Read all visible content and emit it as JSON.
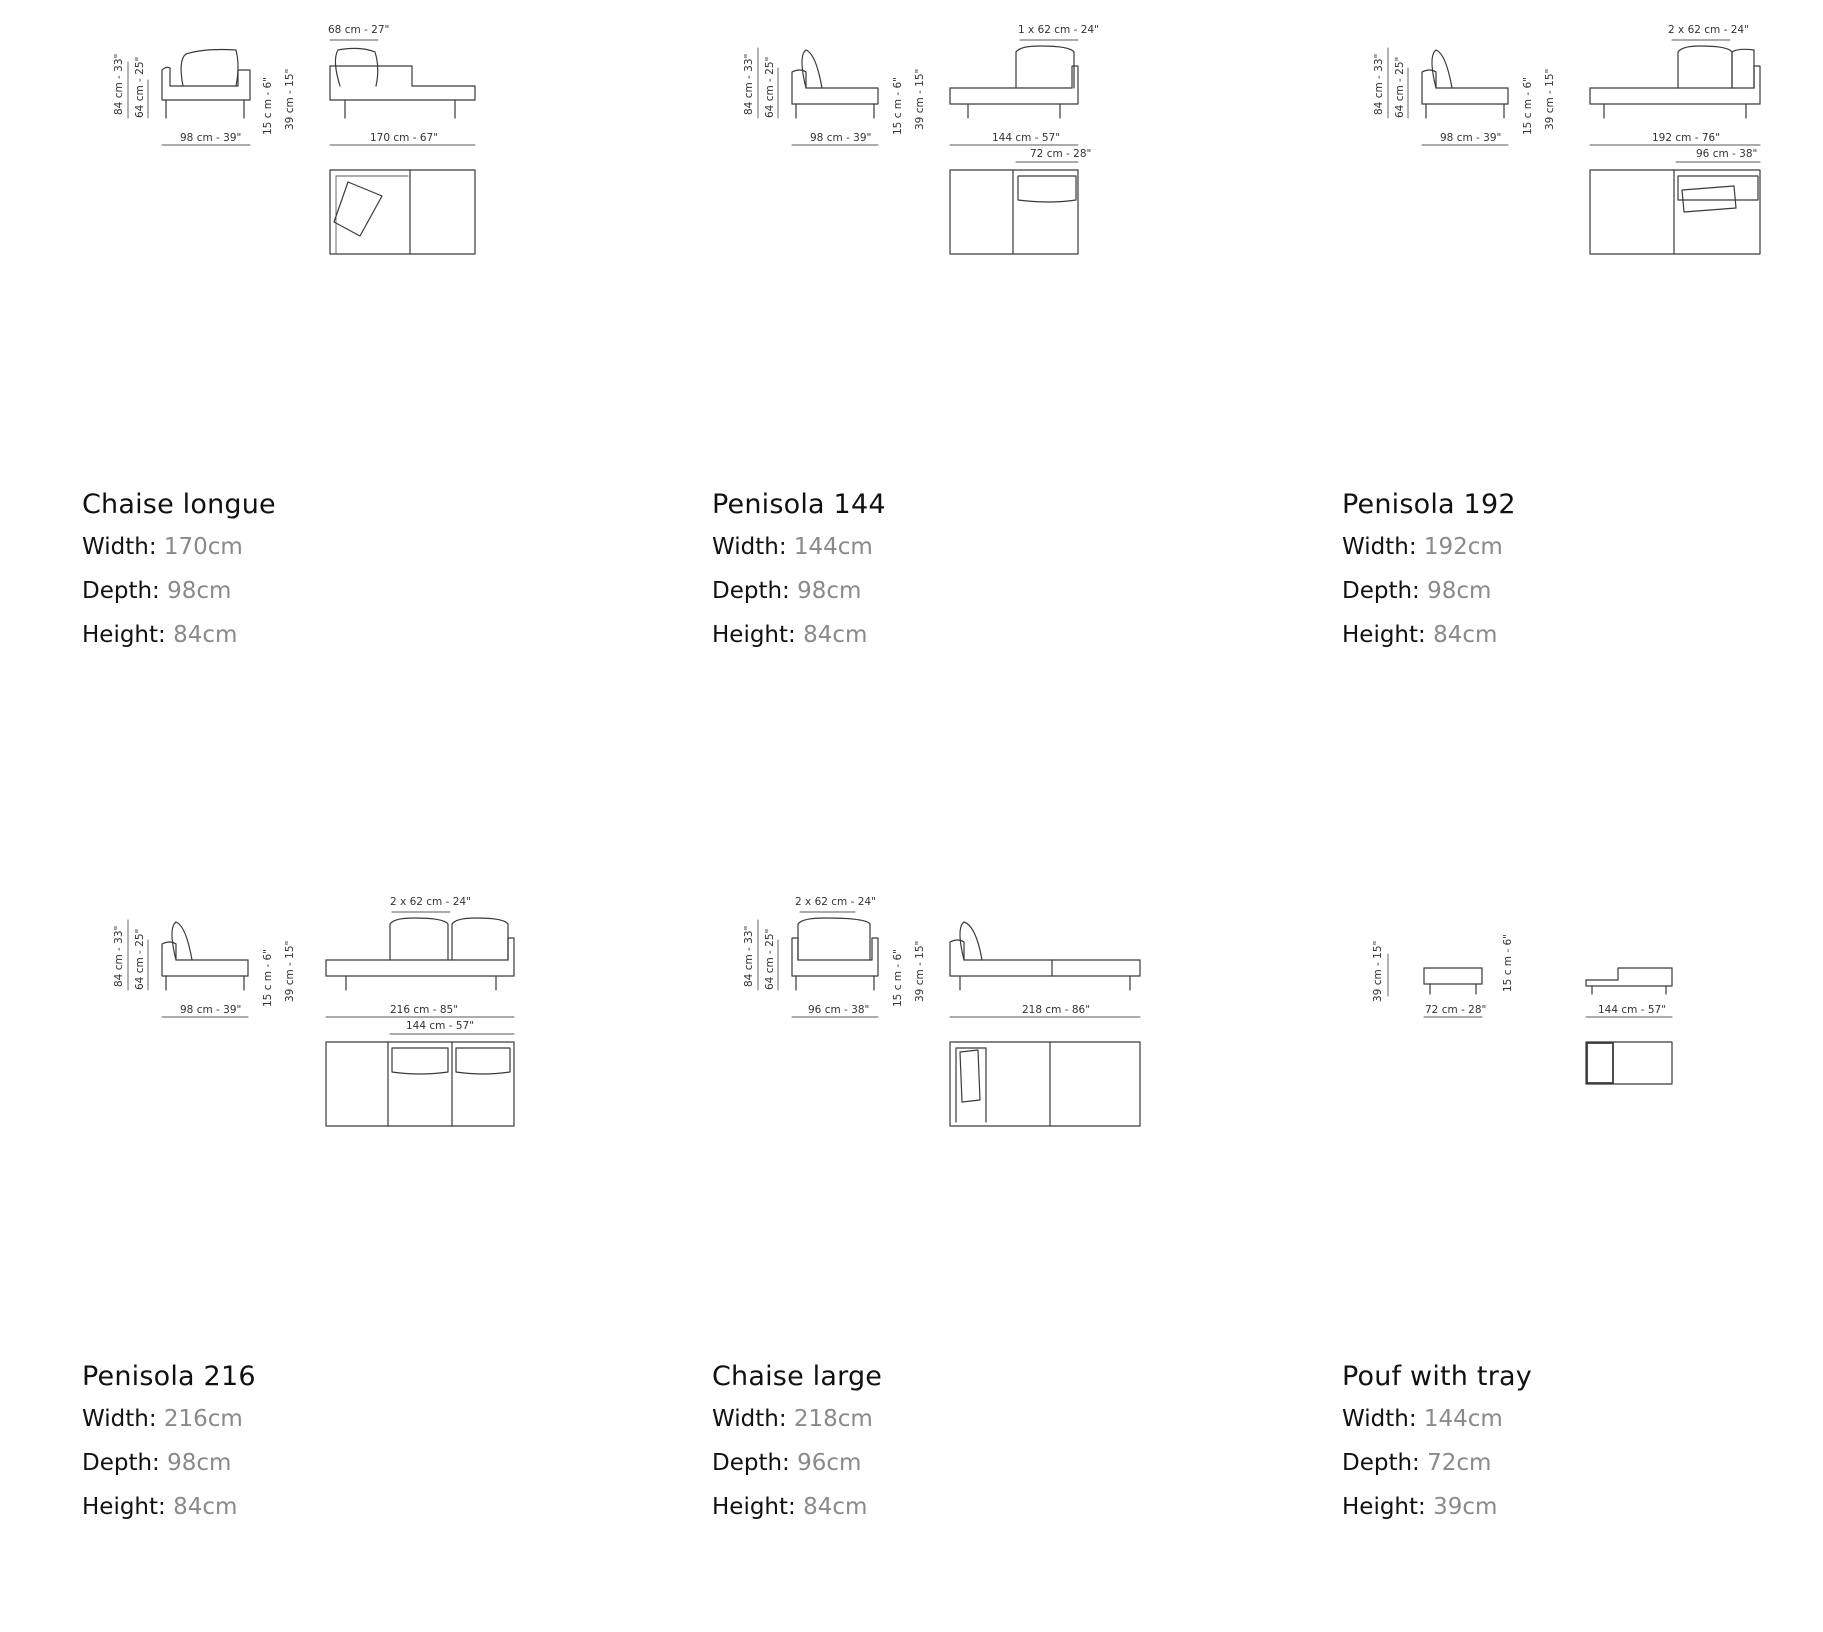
{
  "products": [
    {
      "name": "Chaise longue",
      "width_label": "Width:",
      "width_value": "170cm",
      "depth_label": "Depth:",
      "depth_value": "98cm",
      "height_label": "Height:",
      "height_value": "84cm",
      "dims": {
        "side_height_1": "84 cm - 33\"",
        "side_height_2": "64 cm - 25\"",
        "side_depth": "98 cm - 39\"",
        "seat_1": "15 c m - 6\"",
        "seat_2": "39 cm - 15\"",
        "front_top": "68 cm - 27\"",
        "front_width": "170 cm - 67\"",
        "plan_top": ""
      }
    },
    {
      "name": "Penisola 144",
      "width_label": "Width:",
      "width_value": "144cm",
      "depth_label": "Depth:",
      "depth_value": "98cm",
      "height_label": "Height:",
      "height_value": "84cm",
      "dims": {
        "side_height_1": "84 cm - 33\"",
        "side_height_2": "64 cm - 25\"",
        "side_depth": "98 cm - 39\"",
        "seat_1": "15 c m - 6\"",
        "seat_2": "39 cm - 15\"",
        "front_top": "1 x 62 cm - 24\"",
        "front_width": "144 cm - 57\"",
        "plan_top": "72 cm - 28\""
      }
    },
    {
      "name": "Penisola 192",
      "width_label": "Width:",
      "width_value": "192cm",
      "depth_label": "Depth:",
      "depth_value": "98cm",
      "height_label": "Height:",
      "height_value": "84cm",
      "dims": {
        "side_height_1": "84 cm - 33\"",
        "side_height_2": "64 cm - 25\"",
        "side_depth": "98 cm - 39\"",
        "seat_1": "15 c m - 6\"",
        "seat_2": "39 cm - 15\"",
        "front_top": "2 x 62 cm - 24\"",
        "front_width": "192 cm - 76\"",
        "plan_top": "96 cm - 38\""
      }
    },
    {
      "name": "Penisola 216",
      "width_label": "Width:",
      "width_value": "216cm",
      "depth_label": "Depth:",
      "depth_value": "98cm",
      "height_label": "Height:",
      "height_value": "84cm",
      "dims": {
        "side_height_1": "84 cm - 33\"",
        "side_height_2": "64 cm - 25\"",
        "side_depth": "98 cm - 39\"",
        "seat_1": "15 c m - 6\"",
        "seat_2": "39 cm - 15\"",
        "front_top": "2 x 62 cm - 24\"",
        "front_width": "216 cm - 85\"",
        "plan_top": "144 cm - 57\""
      }
    },
    {
      "name": "Chaise large",
      "width_label": "Width:",
      "width_value": "218cm",
      "depth_label": "Depth:",
      "depth_value": "96cm",
      "height_label": "Height:",
      "height_value": "84cm",
      "dims": {
        "side_height_1": "84 cm - 33\"",
        "side_height_2": "64 cm - 25\"",
        "side_depth": "96 cm - 38\"",
        "seat_1": "15 c m - 6\"",
        "seat_2": "39 cm - 15\"",
        "front_top": "2 x 62 cm - 24\"",
        "front_width": "218 cm - 86\"",
        "plan_top": ""
      }
    },
    {
      "name": "Pouf with tray",
      "width_label": "Width:",
      "width_value": "144cm",
      "depth_label": "Depth:",
      "depth_value": "72cm",
      "height_label": "Height:",
      "height_value": "39cm",
      "dims": {
        "side_height_1": "",
        "side_height_2": "39 cm - 15\"",
        "side_depth": "72 cm - 28\"",
        "seat_1": "15 c m - 6\"",
        "seat_2": "",
        "front_top": "",
        "front_width": "144 cm - 57\"",
        "plan_top": ""
      }
    }
  ]
}
